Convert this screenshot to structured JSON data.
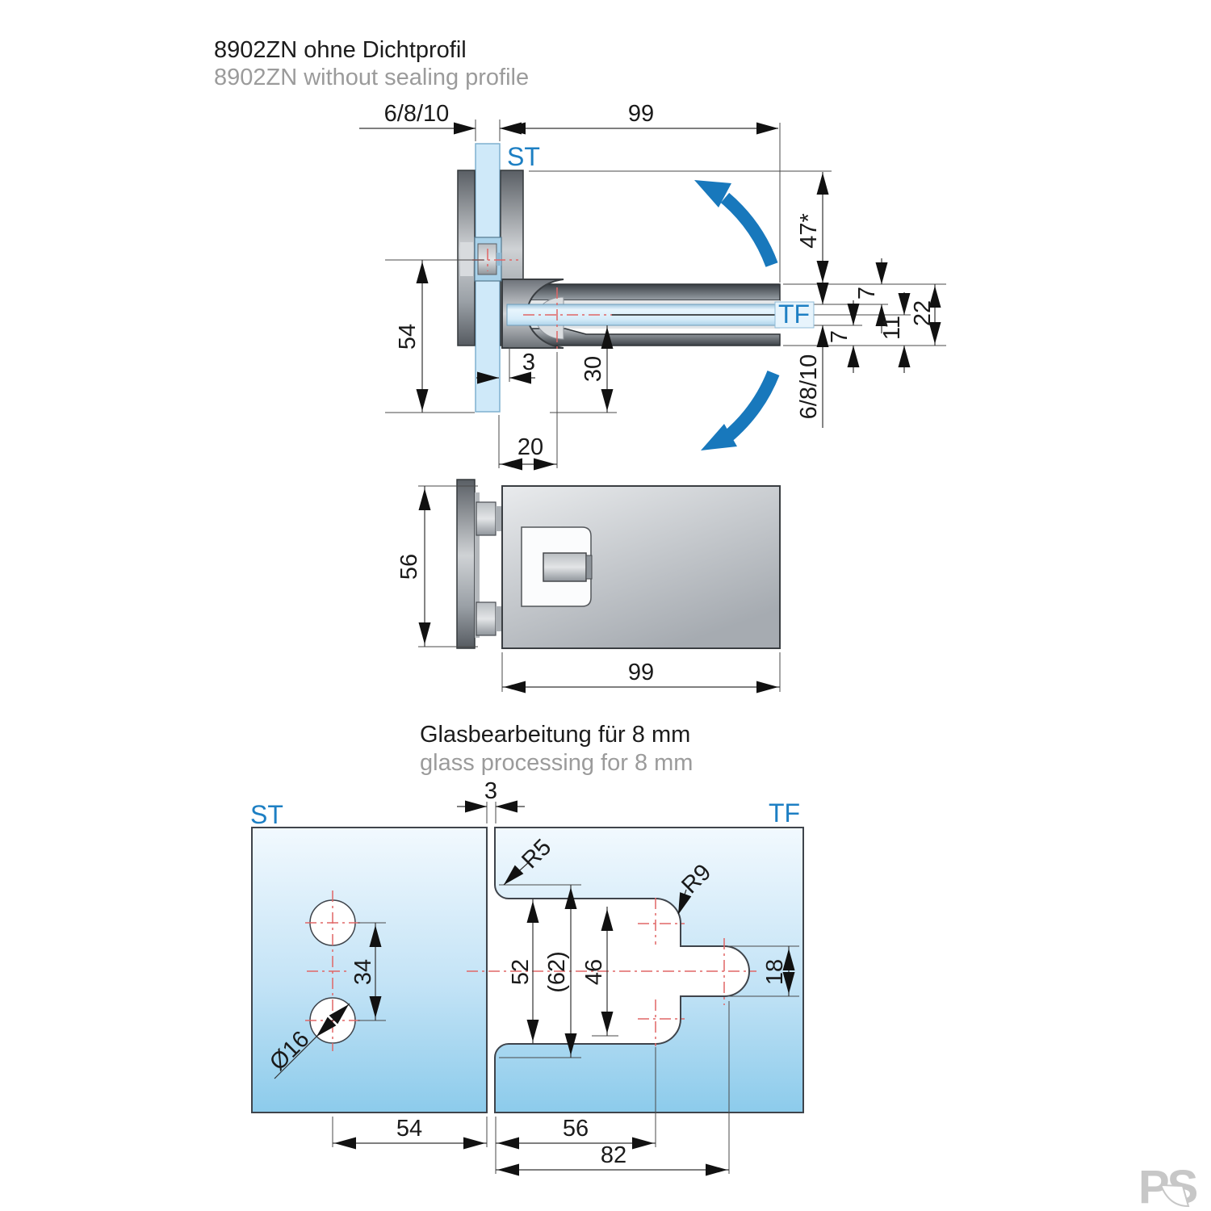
{
  "header": {
    "title_de": "8902ZN ohne Dichtprofil",
    "title_en": "8902ZN without sealing profile"
  },
  "section": {
    "title_de": "Glasbearbeitung für 8 mm",
    "title_en": "glass processing for 8 mm"
  },
  "side_view": {
    "st_label": "ST",
    "tf_label": "TF",
    "dim_glass_thickness": "6/8/10",
    "dim_length": "99",
    "dim_opening": "47*",
    "dim_gap_top": "7",
    "dim_center": "11",
    "dim_total": "22",
    "dim_gap_bottom": "7",
    "dim_glass_thickness_right": "6/8/10",
    "dim_plate_height": "54",
    "dim_glass_offset": "3",
    "dim_glass_overlap": "30",
    "dim_pivot_offset": "20"
  },
  "plan_view": {
    "dim_height": "56",
    "dim_length": "99"
  },
  "processing": {
    "st_label": "ST",
    "tf_label": "TF",
    "dim_gap": "3",
    "label_r5": "R5",
    "label_r9": "R9",
    "dim_hole_spacing": "34",
    "dim_hole_dia": "Ø16",
    "dim_notch": "52",
    "dim_opening": "(62)",
    "dim_inner": "46",
    "dim_slot": "18",
    "dim_st_width": "54",
    "dim_tf_width": "56",
    "dim_tf_total": "82"
  },
  "watermark": {
    "text": "PS"
  },
  "colors": {
    "accent_blue": "#1b7fc4",
    "arrow_blue": "#1878bc",
    "glass_blue": "#8ccbeb",
    "glass_light": "#cfe9f9",
    "centerline_red": "#e06666",
    "metal_dark": "#41464c",
    "metal_light": "#c9ccd0",
    "subtitle_gray": "#9b9b9b",
    "watermark_gray": "#c7c7c7"
  }
}
